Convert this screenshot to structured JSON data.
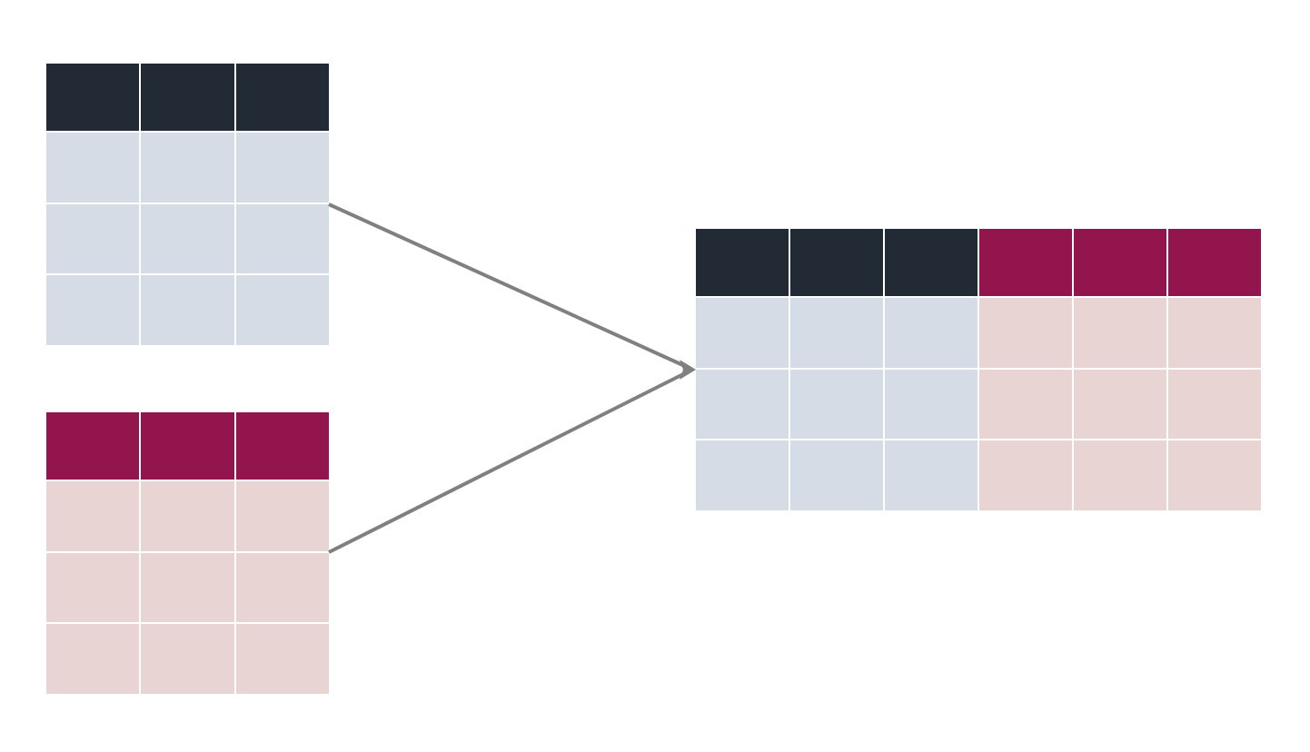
{
  "diagram": {
    "type": "table-concatenation",
    "colors": {
      "left_header": "#222a35",
      "left_body": "#d6dce5",
      "right_header": "#93154d",
      "right_body": "#e8d4d2",
      "arrow": "#808080",
      "background": "#ffffff"
    },
    "tables": {
      "top": {
        "header_cols": 3,
        "body_rows": 3,
        "header_color": "left_header",
        "body_color": "left_body"
      },
      "bottom": {
        "header_cols": 3,
        "body_rows": 3,
        "header_color": "right_header",
        "body_color": "right_body"
      },
      "result": {
        "left_cols": 3,
        "right_cols": 3,
        "body_rows": 3
      }
    },
    "arrows": [
      {
        "from": "top-table",
        "to": "result-table"
      },
      {
        "from": "bottom-table",
        "to": "result-table"
      }
    ]
  }
}
